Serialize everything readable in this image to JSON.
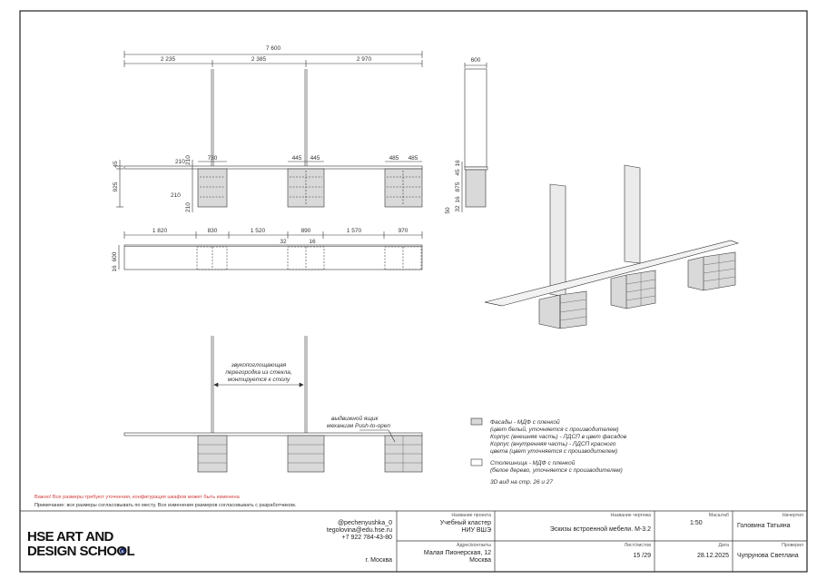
{
  "drawing": {
    "overall_width": "7 600",
    "top_dims": [
      "2 235",
      "2 385",
      "2 970"
    ],
    "front_left_dims": [
      "45",
      "925"
    ],
    "front_inner_dims": [
      "210",
      "210",
      "210",
      "210"
    ],
    "cabinet_widths": [
      "730",
      "445",
      "445",
      "485",
      "485"
    ],
    "plan_dims": [
      "1 820",
      "830",
      "1 520",
      "890",
      "1 570",
      "970"
    ],
    "plan_small_dims": [
      "32",
      "16"
    ],
    "plan_left_dims": [
      "16",
      "600"
    ],
    "side_width": "600",
    "side_dims": [
      "16",
      "45",
      "875",
      "16",
      "50",
      "32"
    ],
    "glass_note": [
      "звукопоглощающая",
      "перегородка из стекла,",
      "монтируется к столу"
    ],
    "drawer_note": [
      "выдвижной ящик",
      "механизм Push-to-open"
    ]
  },
  "legend": {
    "item1": [
      "Фасады - МДФ с пленкой",
      "(цвет белый, уточняется с производителем)",
      "Корпус (внешняя часть) - ЛДСП в цвет фасадов",
      "Корпус (внутренняя часть) - ЛДСП красного",
      "цвета (цвет уточняется  с производителем)"
    ],
    "item2": [
      "Столешница - МДФ с пленкой",
      "(белое дерево, уточняется с производителем)"
    ],
    "ref3d": "3D вид на стр. 26 и 27"
  },
  "notes": {
    "important": "Важно! Все размеры требуют уточнения, конфигурация шкафов может быть изменена",
    "remark": "Примечание: все размеры согласовывать по месту. Все изменения размеров согласовывать с разработчиком."
  },
  "title_block": {
    "logo_line1": "HSE ART AND",
    "logo_line2": "DESIGN SCHOOL",
    "logo_badge": "Б",
    "contact_handle": "@pechenyushka_0",
    "contact_email": "tegolovina@edu.hse.ru",
    "contact_phone": "+7 922 784-43-80",
    "city": "г. Москва",
    "project_label": "Название проекта",
    "project_value": [
      "Учебный кластер",
      "НИУ ВШЭ"
    ],
    "drawing_label": "Название чертежа",
    "drawing_value": "Эскизы встроенной мебели. М-3.2",
    "scale_label": "Масштаб",
    "scale_value": "1:50",
    "drew_label": "Начертил",
    "drew_value": "Головина Татьяна",
    "address_label": "Адрес/контакты",
    "address_value": [
      "Малая Пионерская, 12",
      "Москва"
    ],
    "sheets_label": "Лист/листов",
    "sheets_value": "15 /29",
    "date_label": "Дата",
    "date_value": "28.12.2025",
    "checked_label": "Проверил",
    "checked_value": "Чупрунова Светлана"
  },
  "colors": {
    "cabinet_fill": "#d9d9d9",
    "line": "#333333",
    "note_red": "#d23a3a"
  }
}
